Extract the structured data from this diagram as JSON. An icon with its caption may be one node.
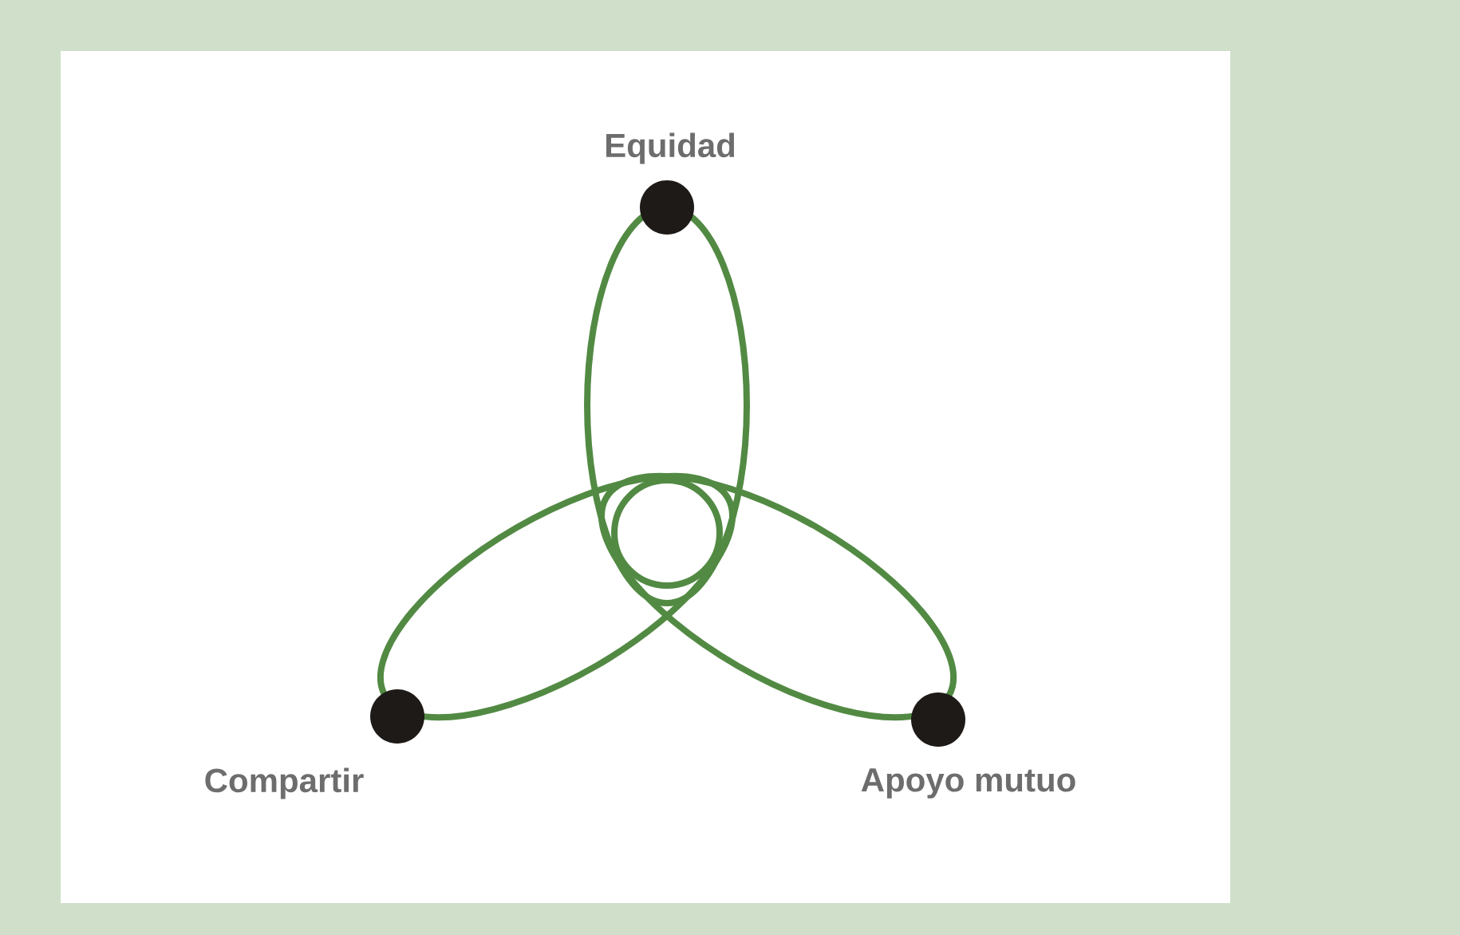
{
  "diagram": {
    "nodes": [
      {
        "text": [],
        "shape": "circle",
        "beside": [
          "Equidad"
        ]
      },
      {
        "text": [],
        "shape": "circle",
        "beside": [
          "Compartir"
        ]
      },
      {
        "text": [],
        "shape": "circle",
        "beside": [
          "Apoyo mutuo"
        ]
      }
    ]
  }
}
